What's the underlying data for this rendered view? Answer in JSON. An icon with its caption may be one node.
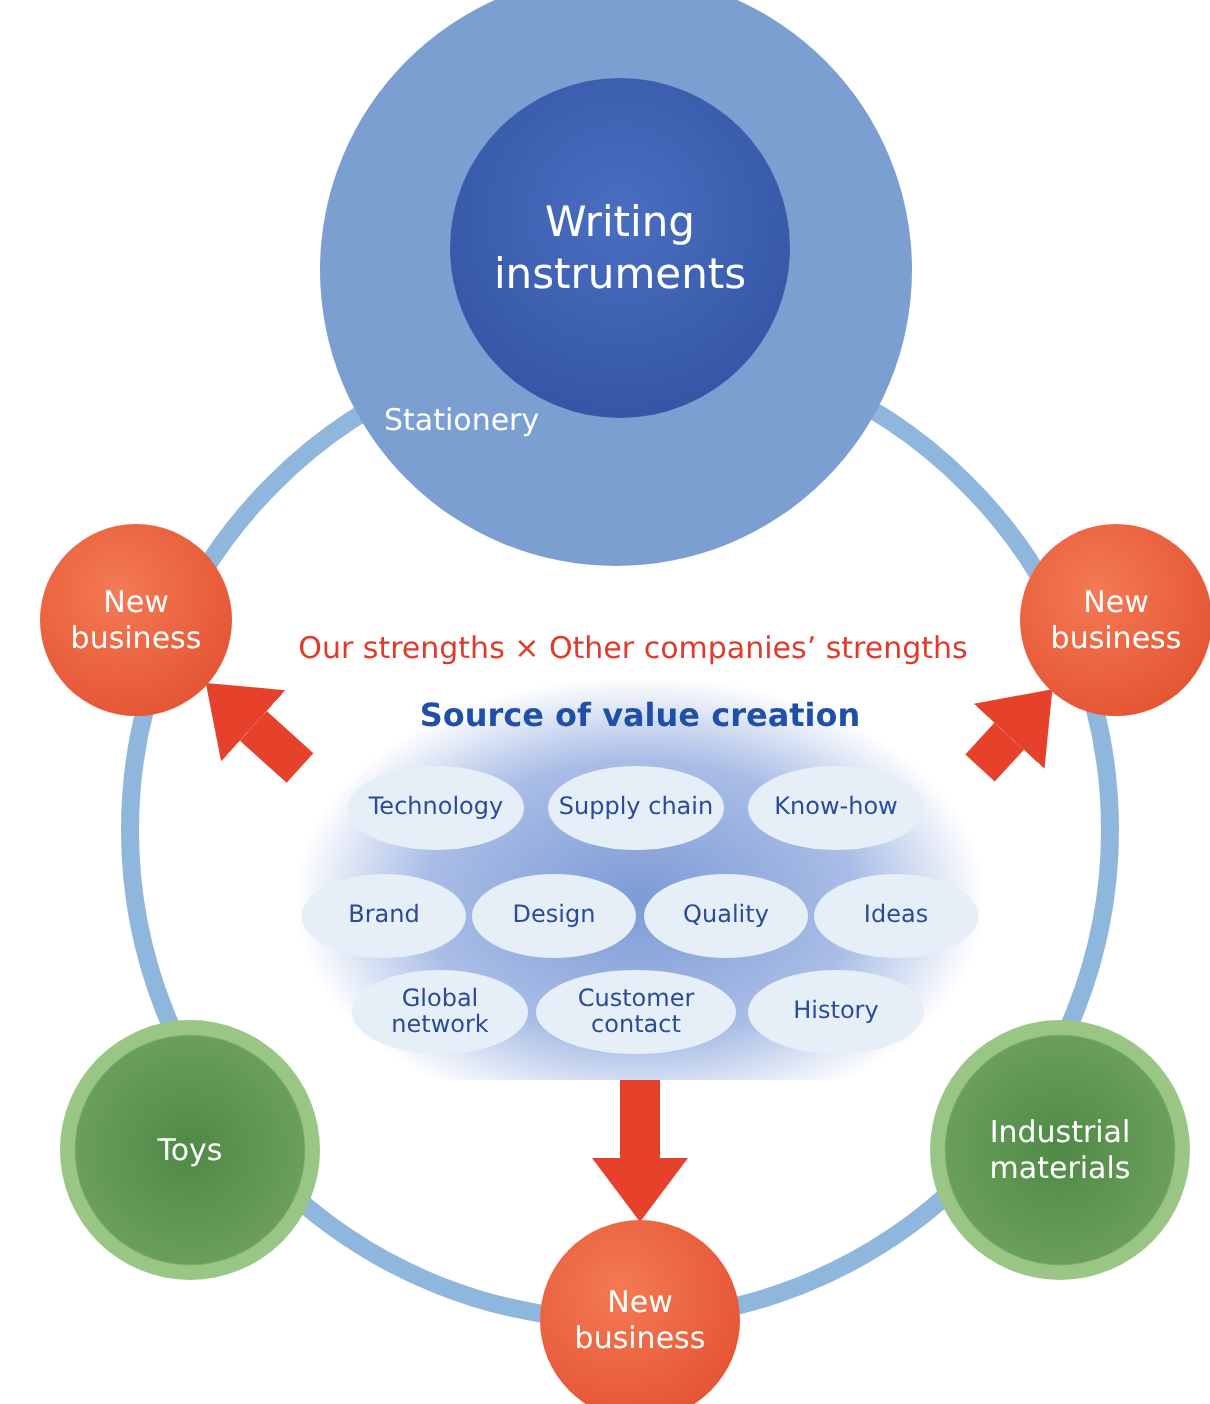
{
  "diagram": {
    "nodes": [
      {
        "text": [
          "Stationery"
        ]
      },
      {
        "text": [
          "Writing instruments"
        ],
        "in": 0
      },
      {
        "text": [
          "New business"
        ]
      },
      {
        "text": [
          "New business"
        ]
      },
      {
        "text": [
          "Source of value creation"
        ]
      },
      {
        "text": [
          "Technology"
        ],
        "in": 4
      },
      {
        "text": [
          "Supply chain"
        ],
        "in": 4
      },
      {
        "text": [
          "Know-how"
        ],
        "in": 4
      },
      {
        "text": [
          "Brand"
        ],
        "in": 4
      },
      {
        "text": [
          "Design"
        ],
        "in": 4
      },
      {
        "text": [
          "Quality"
        ],
        "in": 4
      },
      {
        "text": [
          "Ideas"
        ],
        "in": 4
      },
      {
        "text": [
          "Global network"
        ],
        "in": 4
      },
      {
        "text": [
          "Customer contact"
        ],
        "in": 4
      },
      {
        "text": [
          "History"
        ],
        "in": 4
      },
      {
        "text": [
          "Toys"
        ]
      },
      {
        "text": [
          "Industrial materials"
        ]
      },
      {
        "text": [
          "New business"
        ]
      }
    ],
    "edges": [
      {
        "from": 4,
        "to": 2,
        "arrow": "to"
      },
      {
        "from": 4,
        "to": 3,
        "arrow": "to"
      },
      {
        "from": 4,
        "to": 17,
        "arrow": "to"
      }
    ],
    "labels": [
      "Our strengths × Other companies’ strengths"
    ]
  }
}
